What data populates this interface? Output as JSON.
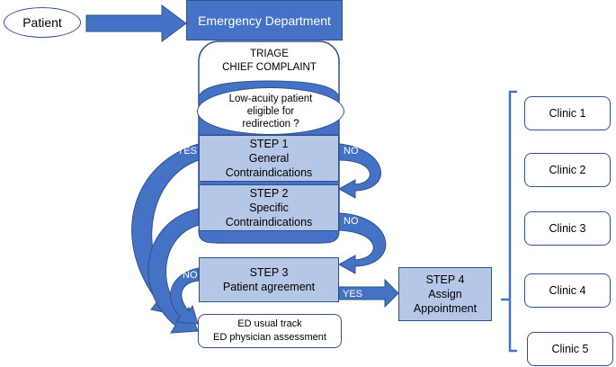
{
  "patient": "Patient",
  "ed": "Emergency Department",
  "triage": {
    "line1": "TRIAGE",
    "line2": "CHIEF COMPLAINT"
  },
  "question": {
    "line1": "Low-acuity patient",
    "line2": "eligible for",
    "line3": "redirection ?"
  },
  "step1": {
    "title": "STEP 1",
    "line1": "General",
    "line2": "Contraindications"
  },
  "step2": {
    "title": "STEP 2",
    "line1": "Specific",
    "line2": "Contraindications"
  },
  "step3": {
    "title": "STEP 3",
    "line1": "Patient agreement"
  },
  "step4": {
    "title": "STEP 4",
    "line1": "Assign",
    "line2": "Appointment"
  },
  "ed_track": {
    "line1": "ED usual track",
    "line2": "ED physician assessment"
  },
  "labels": {
    "yes": "YES",
    "no": "NO"
  },
  "clinics": [
    "Clinic 1",
    "Clinic 2",
    "Clinic 3",
    "Clinic 4",
    "Clinic 5"
  ],
  "colors": {
    "primary": "#4472c4",
    "dark": "#2f528f",
    "step_fill": "#b4c7e7"
  }
}
